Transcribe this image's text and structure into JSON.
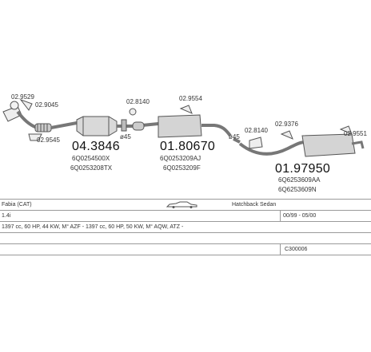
{
  "parts": {
    "clamp_a_top": "02.9529",
    "clamp_b_top": "02.9045",
    "clamp_c_low": "02.9545",
    "front_pipe_no": "04.3846",
    "front_pipe_oem1": "6Q0254500X",
    "front_pipe_oem2": "6Q0253208TX",
    "clamp_d": "02.8140",
    "mid_angle": "45",
    "clamp_e": "02.9554",
    "middle_no": "01.80670",
    "middle_oem1": "6Q0253209AJ",
    "middle_oem2": "6Q0253209F",
    "rear_angle": "45",
    "clamp_f": "02.8140",
    "clamp_g": "02.9376",
    "clamp_h": "02.9551",
    "rear_no": "01.97950",
    "rear_oem1": "6Q6253609AA",
    "rear_oem2": "6Q6253609N"
  },
  "table": {
    "model": "Fabia (CAT)",
    "body": "Hatchback Sedan",
    "engine": "1.4i",
    "years": "00/99 - 05/00",
    "spec": "1397 cc, 60 HP, 44 KW, M° AZF - 1397 cc, 60 HP, 50 KW, M° AQW, ATZ -",
    "code": "C300006"
  }
}
